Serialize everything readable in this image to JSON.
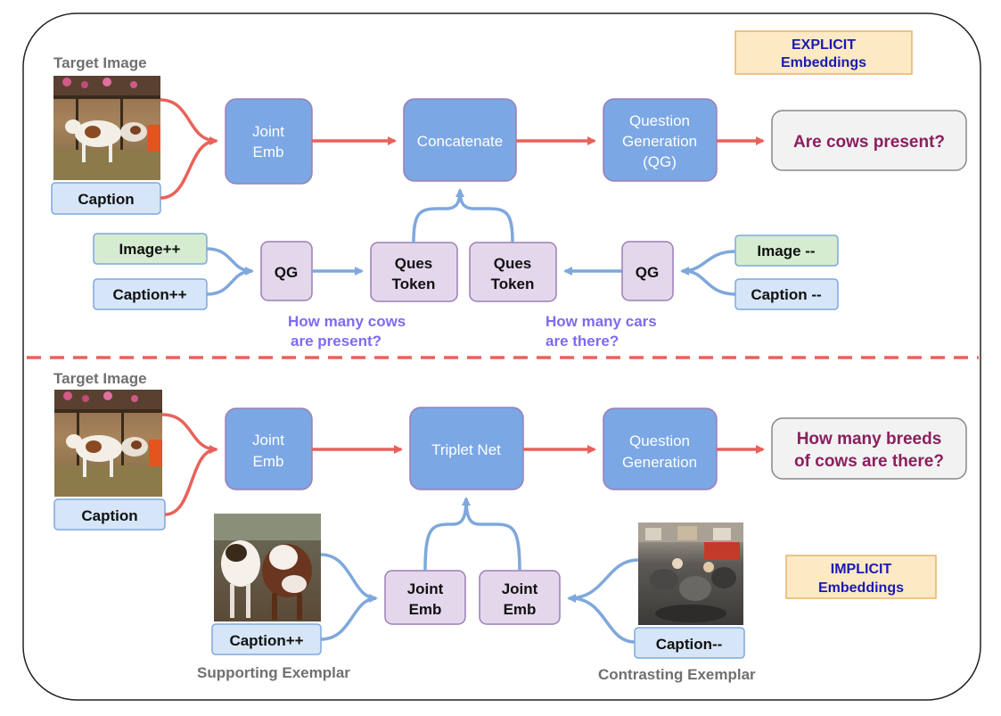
{
  "colors": {
    "flow_arrow": "#e8625b",
    "aux_arrow": "#7fa8dc",
    "main_block_fill": "#7ba7e4",
    "main_block_stroke": "#9b7fb5",
    "aux_block_fill": "#e4d7ec",
    "caption_fill": "#d6e6f8",
    "positive_fill": "#d5ecd0",
    "output_fill": "#f2f2f2",
    "output_text": "#8a1f5e",
    "section_label_fill": "#fde9c3",
    "section_label_text": "#1a1ab5",
    "question_text": "#7c6cf0",
    "caption_gray": "#707070",
    "divider": "#e8625b"
  },
  "explicit": {
    "section_label_line1": "EXPLICIT",
    "section_label_line2": "Embeddings",
    "target_image_label": "Target Image",
    "target_image_icon": "cows-in-barn-photo",
    "caption": "Caption",
    "joint_emb_line1": "Joint",
    "joint_emb_line2": "Emb",
    "concatenate": "Concatenate",
    "qg_line1": "Question",
    "qg_line2": "Generation",
    "qg_line3": "(QG)",
    "output": "Are cows present?",
    "image_pos": "Image++",
    "caption_pos": "Caption++",
    "qg_pos": "QG",
    "ques_token_pos_line1": "Ques",
    "ques_token_pos_line2": "Token",
    "ques_token_neg_line1": "Ques",
    "ques_token_neg_line2": "Token",
    "qg_neg": "QG",
    "image_neg": "Image --",
    "caption_neg": "Caption --",
    "question_pos_line1": "How many cows",
    "question_pos_line2": "are present?",
    "question_neg_line1": "How many cars",
    "question_neg_line2": "are there?"
  },
  "implicit": {
    "section_label_line1": "IMPLICIT",
    "section_label_line2": "Embeddings",
    "target_image_label": "Target Image",
    "target_image_icon": "cows-in-barn-photo",
    "caption": "Caption",
    "joint_emb_line1": "Joint",
    "joint_emb_line2": "Emb",
    "triplet_net": "Triplet Net",
    "qg_line1": "Question",
    "qg_line2": "Generation",
    "output_line1": "How many breeds",
    "output_line2": "of cows are there?",
    "supporting_image_icon": "two-cows-photo",
    "caption_pos": "Caption++",
    "supporting_label": "Supporting  Exemplar",
    "joint_emb_pos_line1": "Joint",
    "joint_emb_pos_line2": "Emb",
    "joint_emb_neg_line1": "Joint",
    "joint_emb_neg_line2": "Emb",
    "contrasting_image_icon": "street-traffic-photo",
    "caption_neg": "Caption--",
    "contrasting_label": "Contrasting Exemplar"
  }
}
